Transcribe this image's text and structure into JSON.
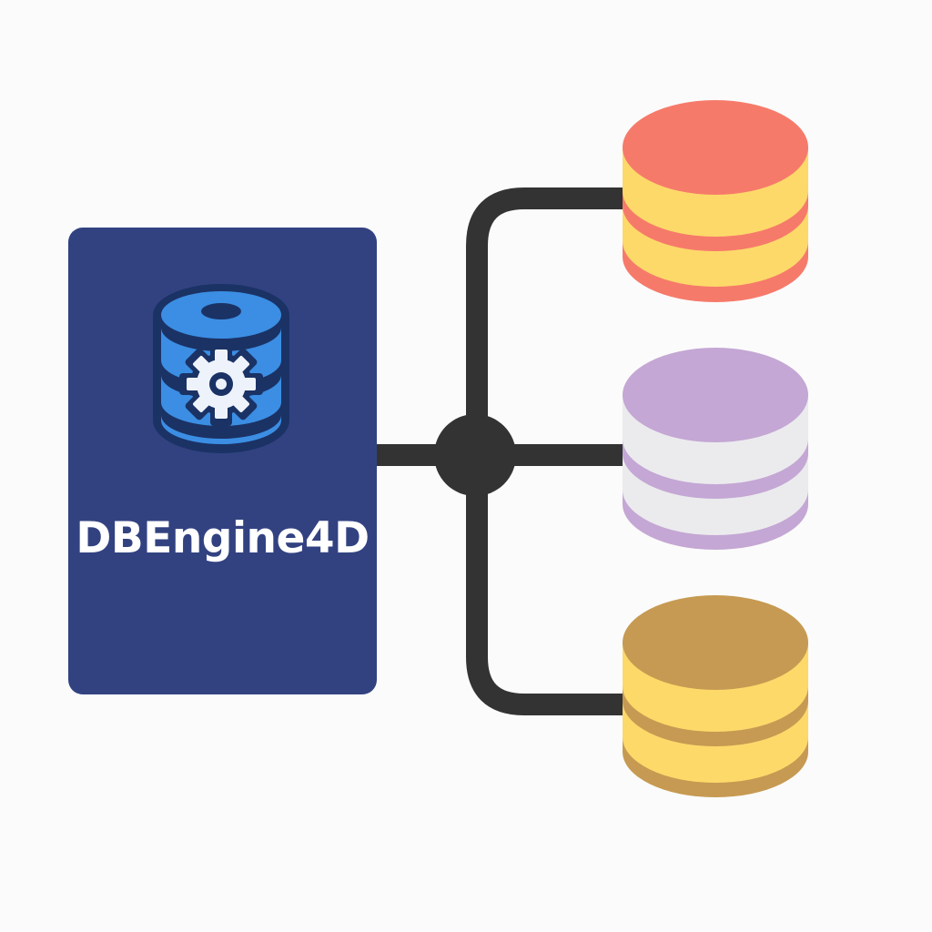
{
  "engine": {
    "name": "DBEngine4D",
    "icon": "database-gear-icon",
    "card_color": "#324281",
    "icon_colors": {
      "outline": "#1b3265",
      "fill": "#3b8ee3",
      "gear": "#eef3fb"
    }
  },
  "connector": {
    "color": "#333333",
    "hub": "hub-node"
  },
  "databases": [
    {
      "name": "database-red",
      "top_color": "#f67a6a",
      "body_color": "#fdd96a",
      "band_color": "#f67a6a"
    },
    {
      "name": "database-purple",
      "top_color": "#c4a7d4",
      "body_color": "#ebebee",
      "band_color": "#c4a7d4"
    },
    {
      "name": "database-brown",
      "top_color": "#c69a52",
      "body_color": "#fdd96a",
      "band_color": "#c69a52"
    }
  ]
}
